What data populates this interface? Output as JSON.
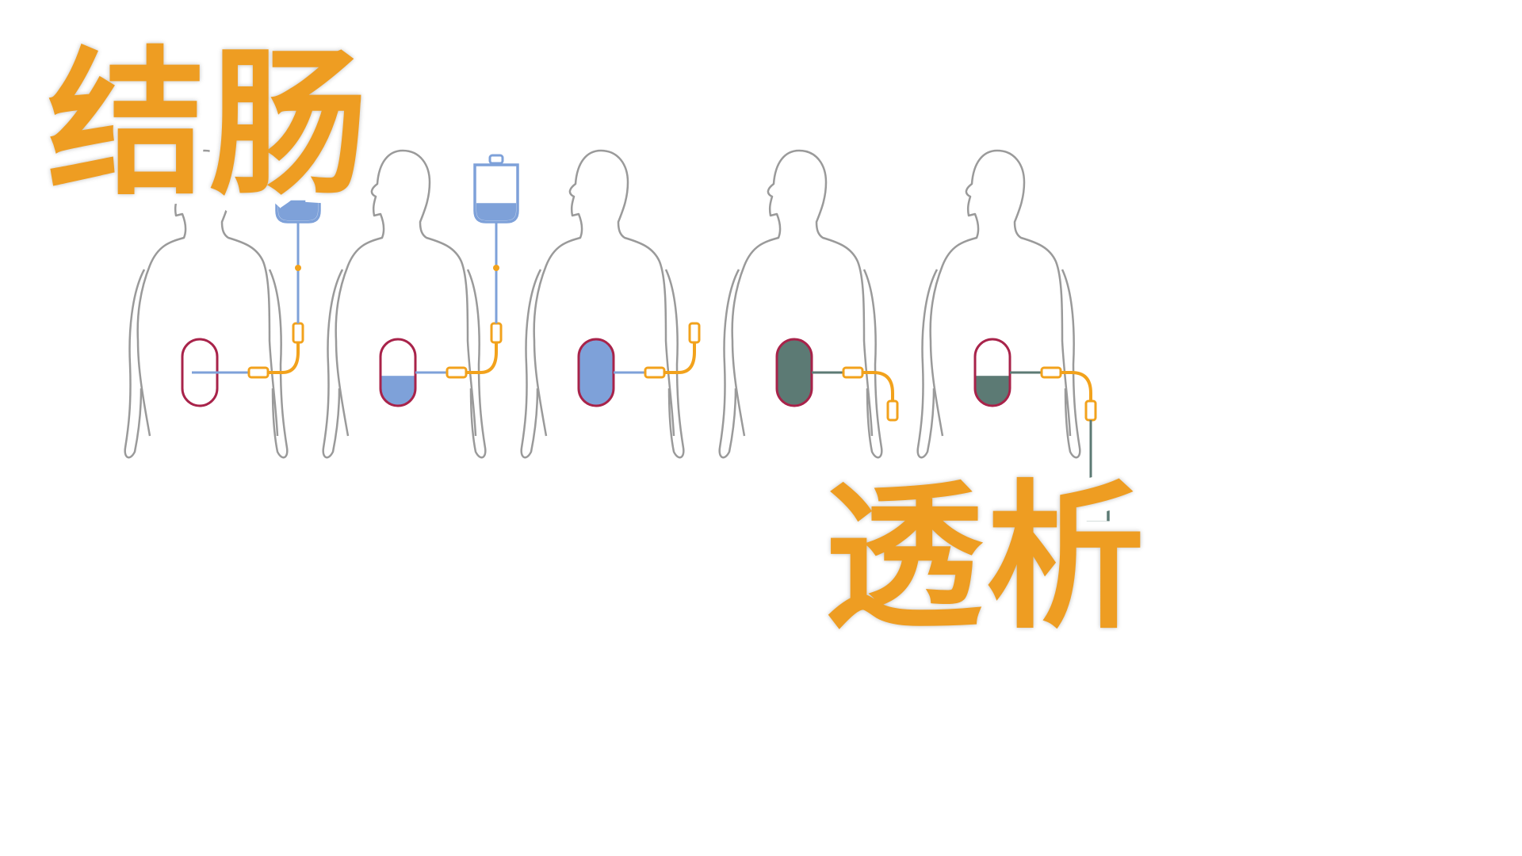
{
  "titles": {
    "top": "结肠",
    "bottom": "透析"
  },
  "colors": {
    "title": "#ee9d22",
    "body_outline": "#9a9a9a",
    "cavity_outline": "#a8234a",
    "dialysate": "#7ea1d9",
    "waste_fluid": "#5c7a74",
    "catheter": "#f2a21c",
    "bag": "#7ea1d9"
  },
  "icons": {
    "figure": "human-torso-outline",
    "fill_bag": "iv-bag-icon",
    "drain_bag": "drain-bag-icon"
  },
  "steps": [
    {
      "cavity_fill": "empty",
      "fill_fraction": 0,
      "bag": "fill-bag-full"
    },
    {
      "cavity_fill": "dialysate",
      "fill_fraction": 0.45,
      "bag": "fill-bag-draining"
    },
    {
      "cavity_fill": "dialysate",
      "fill_fraction": 1,
      "bag": "none"
    },
    {
      "cavity_fill": "waste",
      "fill_fraction": 1,
      "bag": "none"
    },
    {
      "cavity_fill": "waste",
      "fill_fraction": 0.45,
      "bag": "drain-bag"
    }
  ]
}
